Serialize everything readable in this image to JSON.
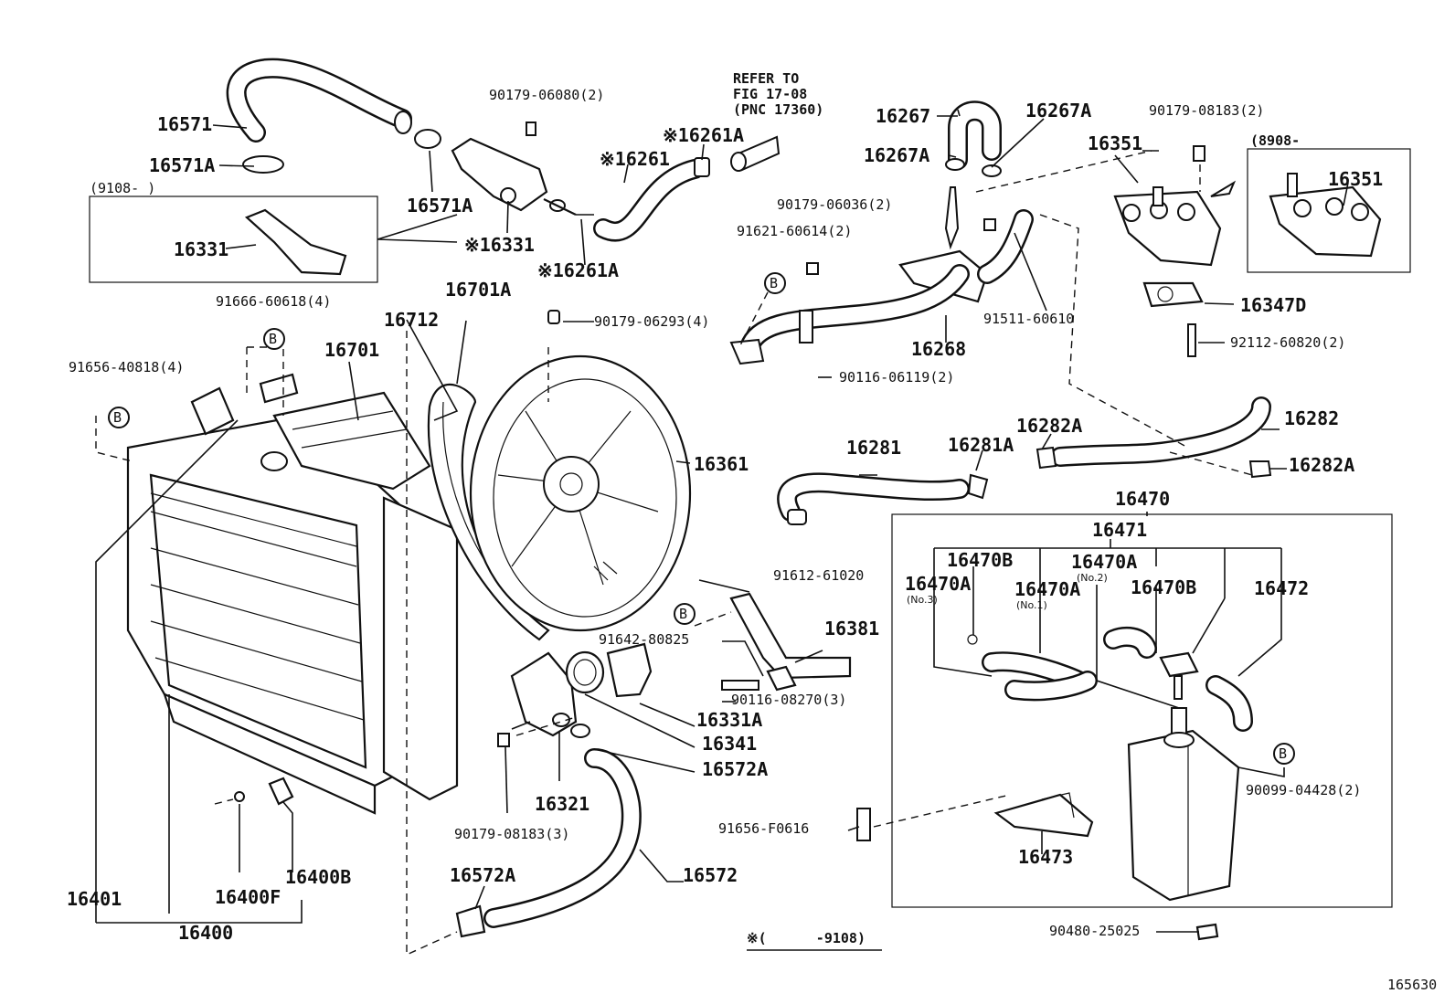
{
  "diagram_id": "165630",
  "refer": {
    "line1": "REFER TO",
    "line2": "FIG 17-08",
    "line3": "(PNC 17360)"
  },
  "footnote": "※(      -9108)",
  "parts": {
    "p16571": "16571",
    "p16571A_1": "16571A",
    "p16571A_2": "16571A",
    "p9108_box": "(9108-      )",
    "p16331": "16331",
    "p16331_star": "※16331",
    "p90179_06080": "90179-06080(2)",
    "p16261A_1": "※16261A",
    "p16261": "※16261",
    "p16261A_2": "※16261A",
    "p16267": "16267",
    "p16267A_1": "16267A",
    "p16267A_2": "16267A",
    "p90179_08183_2": "90179-08183(2)",
    "p16351_1": "16351",
    "p8908_box": "(8908-",
    "p16351_2": "16351",
    "p90179_06036": "90179-06036(2)",
    "p91621_60614": "91621-60614(2)",
    "p16347D": "16347D",
    "p91511_60610": "91511-60610",
    "p16268": "16268",
    "p92112_60820": "92112-60820(2)",
    "p90116_06119": "90116-06119(2)",
    "p91666_60618": "91666-60618(4)",
    "p16701A": "16701A",
    "p16712": "16712",
    "p90179_06293": "90179-06293(4)",
    "p16701": "16701",
    "p91656_40818": "91656-40818(4)",
    "p16361": "16361",
    "p16281": "16281",
    "p16281A": "16281A",
    "p16282A_1": "16282A",
    "p16282": "16282",
    "p16282A_2": "16282A",
    "p16470": "16470",
    "p16471": "16471",
    "p16470B_1": "16470B",
    "p16470A_no2": "16470A",
    "no2": "(No.2)",
    "p16470A_no3": "16470A",
    "no3": "(No.3)",
    "p16470A_no1": "16470A",
    "no1": "(No.1)",
    "p16470B_2": "16470B",
    "p16472": "16472",
    "p91612_61020": "91612-61020",
    "p16381": "16381",
    "p91642_80825": "91642-80825",
    "p90116_08270": "90116-08270(3)",
    "p16331A": "16331A",
    "p16341": "16341",
    "p16572A_1": "16572A",
    "p16321": "16321",
    "p90179_08183_3": "90179-08183(3)",
    "p91656_F0616": "91656-F0616",
    "p90099_04428": "90099-04428(2)",
    "p16473": "16473",
    "p16572A_2": "16572A",
    "p16572": "16572",
    "p16400B": "16400B",
    "p16401": "16401",
    "p16400F": "16400F",
    "p16400": "16400",
    "p90480_25025": "90480-25025"
  },
  "symbols": {
    "b": "B"
  }
}
